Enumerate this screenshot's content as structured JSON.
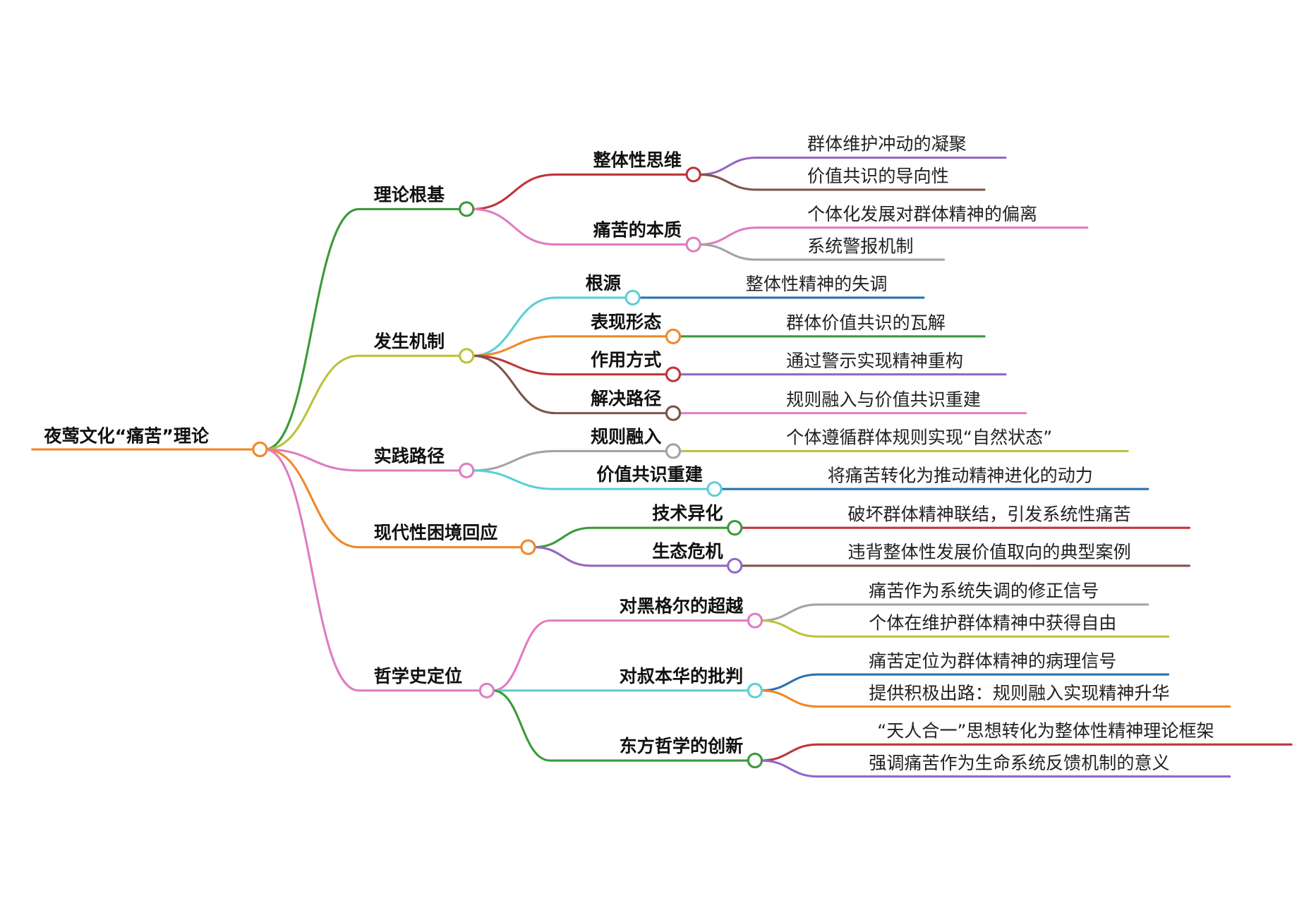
{
  "root": {
    "label": "夜莺文化“痛苦”理论",
    "color": "#f0882a",
    "children": [
      {
        "label": "理论根基",
        "color": "#3b9a3b",
        "children": [
          {
            "label": "整体性思维",
            "color": "#c0353b",
            "children": [
              {
                "label": "群体维护冲动的凝聚",
                "color": "#9466c4"
              },
              {
                "label": "价值共识的导向性",
                "color": "#7c5648"
              }
            ]
          },
          {
            "label": "痛苦的本质",
            "color": "#e07cc2",
            "children": [
              {
                "label": "个体化发展对群体精神的偏离",
                "color": "#e07cc2"
              },
              {
                "label": "系统警报机制",
                "color": "#a3a3a3"
              }
            ]
          }
        ]
      },
      {
        "label": "发生机制",
        "color": "#bcc33a",
        "children": [
          {
            "label": "根源",
            "color": "#5ccfd7",
            "children": [
              {
                "label": "整体性精神的失调",
                "color": "#2b72b0"
              }
            ]
          },
          {
            "label": "表现形态",
            "color": "#f0882a",
            "children": [
              {
                "label": "群体价值共识的瓦解",
                "color": "#3b9a3b"
              }
            ]
          },
          {
            "label": "作用方式",
            "color": "#c0353b",
            "children": [
              {
                "label": "通过警示实现精神重构",
                "color": "#9466c4"
              }
            ]
          },
          {
            "label": "解决路径",
            "color": "#7c5648",
            "children": [
              {
                "label": "规则融入与价值共识重建",
                "color": "#e07cc2"
              }
            ]
          }
        ]
      },
      {
        "label": "实践路径",
        "color": "#e07cc2",
        "children": [
          {
            "label": "规则融入",
            "color": "#a3a3a3",
            "children": [
              {
                "label": "个体遵循群体规则实现“自然状态”",
                "color": "#bcc33a"
              }
            ]
          },
          {
            "label": "价值共识重建",
            "color": "#5ccfd7",
            "children": [
              {
                "label": "将痛苦转化为推动精神进化的动力",
                "color": "#2b72b0"
              }
            ]
          }
        ]
      },
      {
        "label": "现代性困境回应",
        "color": "#f0882a",
        "children": [
          {
            "label": "技术异化",
            "color": "#3b9a3b",
            "children": [
              {
                "label": "破坏群体精神联结，引发系统性痛苦",
                "color": "#c0353b"
              }
            ]
          },
          {
            "label": "生态危机",
            "color": "#9466c4",
            "children": [
              {
                "label": "违背整体性发展价值取向的典型案例",
                "color": "#7c5648"
              }
            ]
          }
        ]
      },
      {
        "label": "哲学史定位",
        "color": "#e07cc2",
        "children": [
          {
            "label": "对黑格尔的超越",
            "color": "#e07cc2",
            "children": [
              {
                "label": "痛苦作为系统失调的修正信号",
                "color": "#a3a3a3"
              },
              {
                "label": "个体在维护群体精神中获得自由",
                "color": "#bcc33a"
              }
            ]
          },
          {
            "label": "对叔本华的批判",
            "color": "#5ccfd7",
            "children": [
              {
                "label": "痛苦定位为群体精神的病理信号",
                "color": "#2b72b0"
              },
              {
                "label": "提供积极出路：规则融入实现精神升华",
                "color": "#f0882a"
              }
            ]
          },
          {
            "label": "东方哲学的创新",
            "color": "#3b9a3b",
            "children": [
              {
                "label": "“天人合一”思想转化为整体性精神理论框架",
                "color": "#c0353b"
              },
              {
                "label": "强调痛苦作为生命系统反馈机制的意义",
                "color": "#9466c4"
              }
            ]
          }
        ]
      }
    ]
  }
}
